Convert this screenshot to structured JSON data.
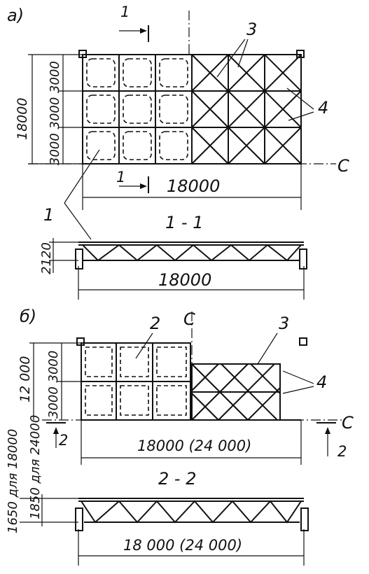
{
  "part_a": {
    "label": "а)",
    "section_mark": "1",
    "callout_3": "3",
    "callout_4": "4",
    "callout_1": "1",
    "dim_height_total": "18000",
    "dim_rows": "3000 3000 3000",
    "dim_width": "18000",
    "axis_symbol": "C"
  },
  "section_1": {
    "title": "1 - 1",
    "dim_height": "2120",
    "dim_span": "18000"
  },
  "part_b": {
    "label": "б)",
    "callout_2": "2",
    "callout_3": "3",
    "callout_4": "4",
    "dim_height_total": "12 000",
    "dim_rows": "3000 3000",
    "dim_width": "18000 (24 000)",
    "section_mark": "2",
    "axis_symbol": "C"
  },
  "section_2": {
    "title": "2 - 2",
    "dim_height_1": "1650 для 18000",
    "dim_height_2": "1850 для 24000",
    "dim_span": "18 000 (24 000)"
  }
}
